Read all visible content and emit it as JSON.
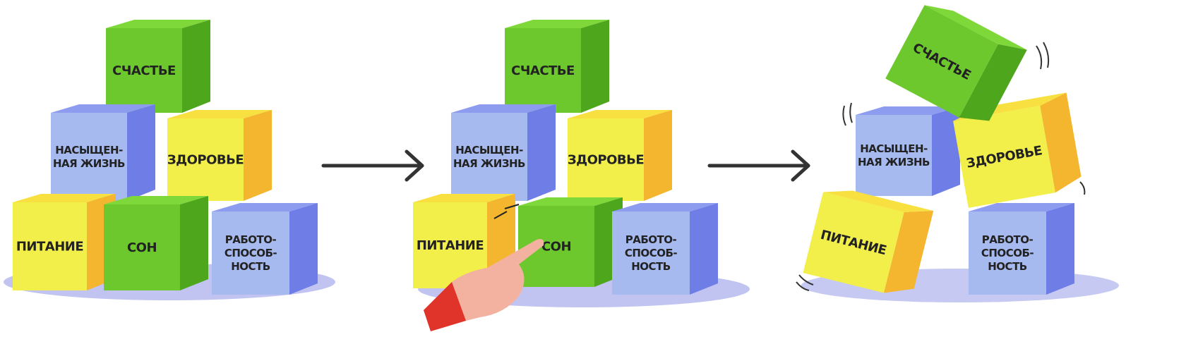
{
  "colors": {
    "green_front": "#6cc82c",
    "green_side": "#4ea61c",
    "green_top": "#7fd83a",
    "blue_front": "#a6baf0",
    "blue_side": "#6f7de6",
    "blue_top": "#8e9cf0",
    "yellow_front": "#f2ee4a",
    "yellow_side": "#f4b62e",
    "yellow_top": "#f7e040",
    "shadow": "#8e94e6",
    "arrow": "#333333",
    "skin": "#f3b2a0",
    "sleeve": "#e0342b"
  },
  "blocks": {
    "happiness": {
      "lines": [
        "СЧАСТЬЕ"
      ],
      "color": "green"
    },
    "full_life": {
      "lines": [
        "НАСЫЩЕН-",
        "НАЯ ЖИЗНЬ"
      ],
      "color": "blue"
    },
    "health": {
      "lines": [
        "ЗДОРОВЬЕ"
      ],
      "color": "yellow"
    },
    "nutrition": {
      "lines": [
        "ПИТАНИЕ"
      ],
      "color": "yellow"
    },
    "sleep": {
      "lines": [
        "СОН"
      ],
      "color": "green"
    },
    "performance": {
      "lines": [
        "РАБОТО-",
        "СПОСОБ-",
        "НОСТЬ"
      ],
      "color": "blue"
    }
  },
  "panels": [
    {
      "name": "stable-tower",
      "has_hand": false,
      "sleep_removed": false
    },
    {
      "name": "pushing-sleep",
      "has_hand": true,
      "sleep_removed": false
    },
    {
      "name": "collapsing-tower",
      "has_hand": false,
      "sleep_removed": true
    }
  ],
  "arrows": [
    {
      "name": "arrow-1"
    },
    {
      "name": "arrow-2"
    }
  ]
}
